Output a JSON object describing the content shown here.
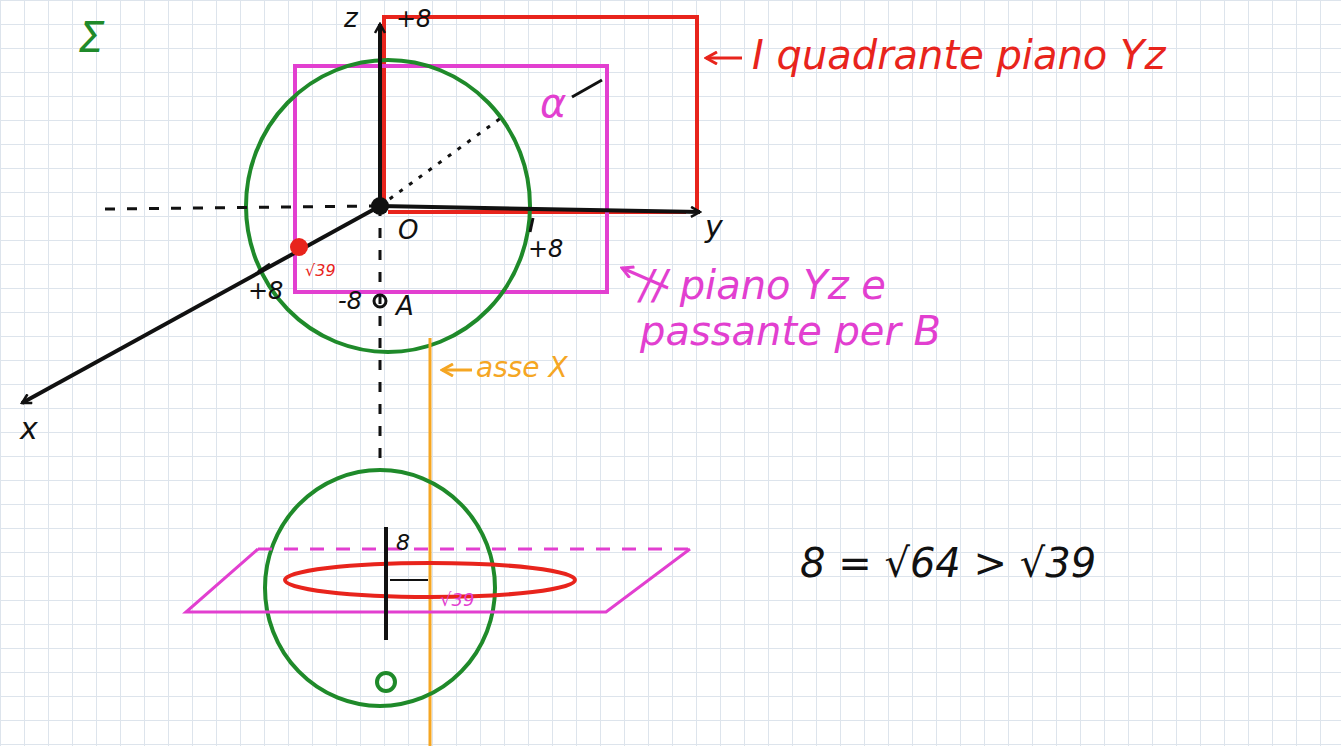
{
  "diagram": {
    "labels": [
      "Σ",
      "z",
      "+8",
      "α",
      "O",
      "y",
      "+8",
      "+8",
      "x",
      "√39",
      "-8",
      "A",
      "I quadrante piano Yz",
      "// piano Yz e passante per B",
      "asse X",
      "8",
      "√39",
      "8 = √64 > √39"
    ]
  }
}
